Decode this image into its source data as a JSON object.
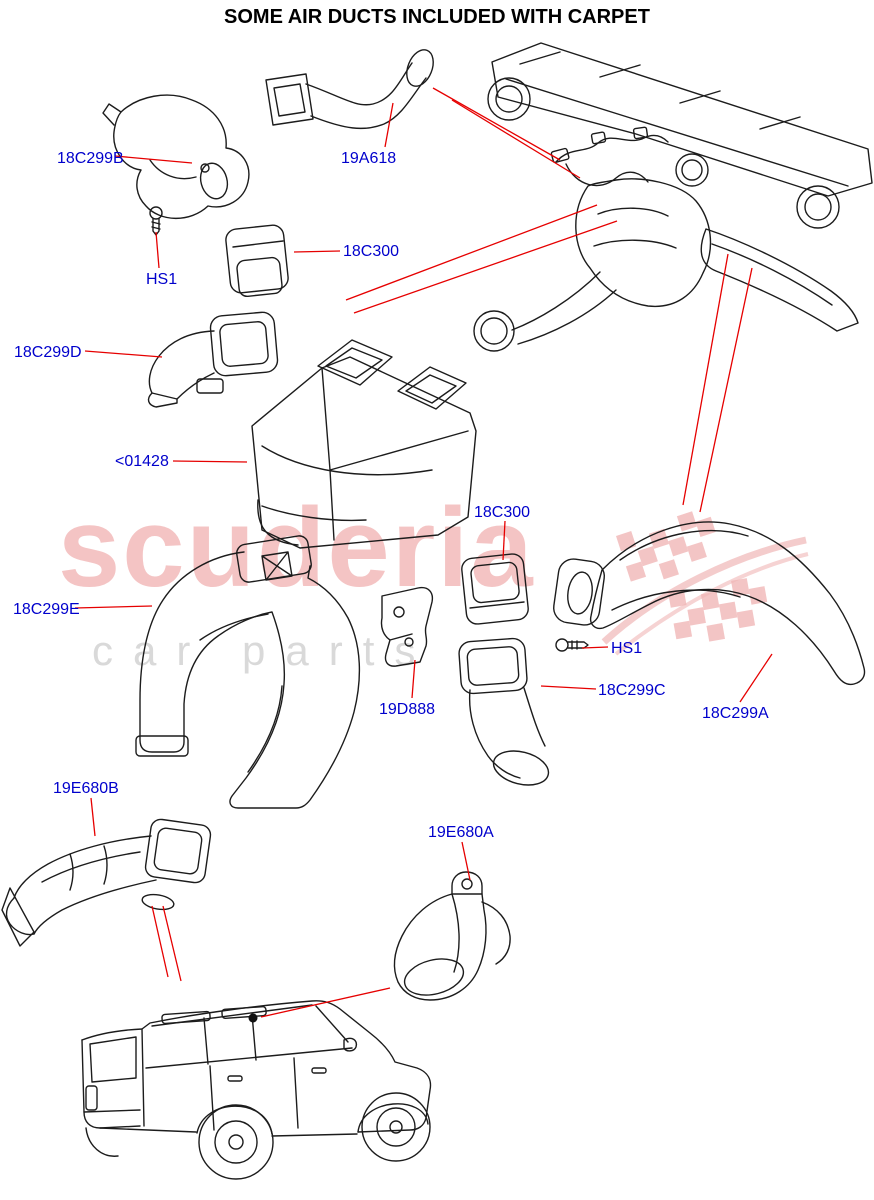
{
  "title": "SOME AIR DUCTS INCLUDED WITH CARPET",
  "watermark": {
    "primary": "scuderia",
    "secondary": "car parts"
  },
  "colors": {
    "label_blue": "#0000cc",
    "leader_red": "#e60000",
    "line_art": "#1c1c1c",
    "watermark_pink": "#f2b6b6",
    "watermark_gray": "#d9d9d9"
  },
  "labels": [
    {
      "text": "18C299B"
    },
    {
      "text": "19A618"
    },
    {
      "text": "HS1"
    },
    {
      "text": "18C300"
    },
    {
      "text": "18C299D"
    },
    {
      "text": "<01428"
    },
    {
      "text": "18C300"
    },
    {
      "text": "18C299E"
    },
    {
      "text": "HS1"
    },
    {
      "text": "19D888"
    },
    {
      "text": "18C299C"
    },
    {
      "text": "18C299A"
    },
    {
      "text": "19E680B"
    },
    {
      "text": "19E680A"
    }
  ]
}
